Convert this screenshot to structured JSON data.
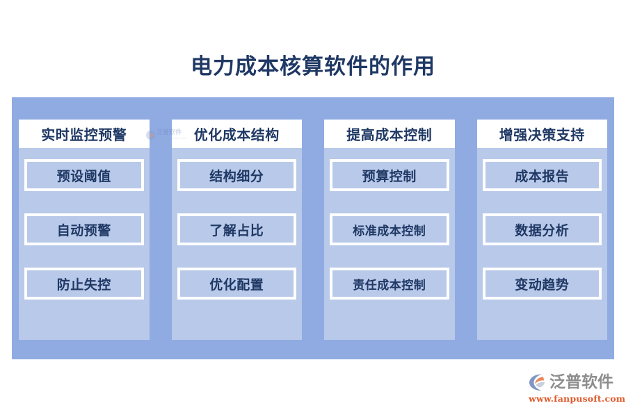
{
  "title": "电力成本核算软件的作用",
  "colors": {
    "board_background": "#8fabe2",
    "column_background": "#b8c9e9",
    "header_background": "#ffffff",
    "text": "#1f3864",
    "logo_text": "#8d8d8d",
    "logo_url": "#e05a2b",
    "page_background": "#ffffff"
  },
  "columns": [
    {
      "header": "实时监控预警",
      "items": [
        "预设阈值",
        "自动预警",
        "防止失控"
      ]
    },
    {
      "header": "优化成本结构",
      "items": [
        "结构细分",
        "了解占比",
        "优化配置"
      ]
    },
    {
      "header": "提高成本控制",
      "items": [
        "预算控制",
        "标准成本控制",
        "责任成本控制"
      ]
    },
    {
      "header": "增强决策支持",
      "items": [
        "成本报告",
        "数据分析",
        "变动趋势"
      ]
    }
  ],
  "watermark": {
    "name": "泛普软件",
    "url": "www.fanpusoft.com"
  },
  "logo": {
    "name": "泛普软件",
    "url": "www.fanpusoft.com"
  }
}
